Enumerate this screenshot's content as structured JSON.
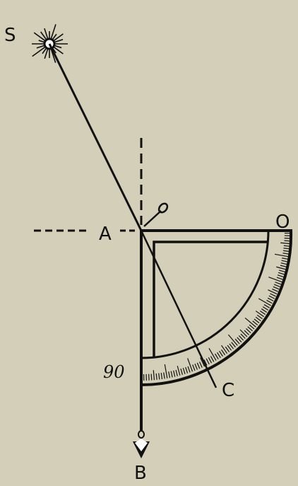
{
  "diagram": {
    "labels": {
      "sun": "S",
      "point_a": "A",
      "point_o": "O",
      "point_c": "C",
      "point_b": "B",
      "ninety": "90"
    },
    "colors": {
      "background": "#d4cfb8",
      "ink": "#111111"
    },
    "icons": {
      "sun": "radiant-sun-icon",
      "plumb_bob": "plumb-bob-icon",
      "sight_pin": "sight-pin-icon"
    }
  }
}
